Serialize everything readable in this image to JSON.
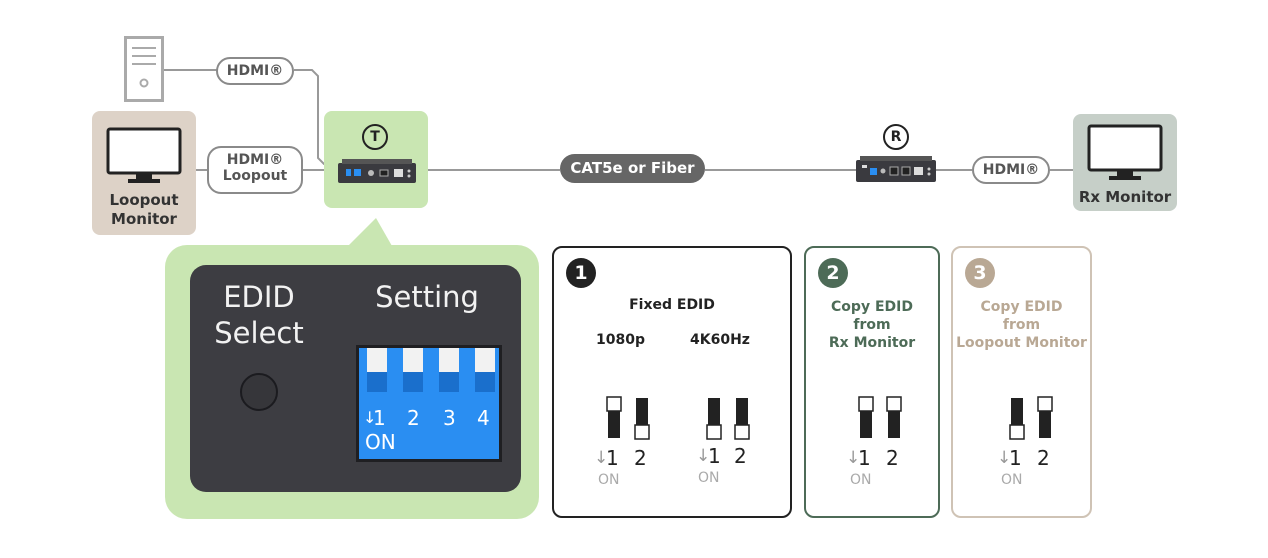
{
  "colors": {
    "green_panel": "#c9e6b2",
    "loopout_panel": "#ddd2c7",
    "rx_panel": "#c6cfc8",
    "dark_device": "#3a3a3f",
    "dip_blue": "#2a8ef2",
    "mode1": "#222222",
    "mode2": "#4d6b57",
    "mode3": "#b9a894"
  },
  "top": {
    "pc_icon": "computer-tower-icon",
    "hdmi_top": "HDMI®",
    "hdmi_loopout_l1": "HDMI®",
    "hdmi_loopout_l2": "Loopout",
    "loopout_monitor_l1": "Loopout",
    "loopout_monitor_l2": "Monitor",
    "transmitter_badge": "T",
    "receiver_badge": "R",
    "cable_label": "CAT5e or Fiber",
    "hdmi_rx": "HDMI®",
    "rx_monitor": "Rx Monitor"
  },
  "edid_panel": {
    "edid_l1": "EDID",
    "edid_l2": "Select",
    "setting": "Setting",
    "dip_numbers": [
      "1",
      "2",
      "3",
      "4"
    ],
    "dip_on": "ON"
  },
  "modes": [
    {
      "number": "1",
      "title": "Fixed EDID",
      "options": [
        {
          "label": "1080p",
          "switch1": "off",
          "switch2": "on"
        },
        {
          "label": "4K60Hz",
          "switch1": "on",
          "switch2": "on"
        }
      ]
    },
    {
      "number": "2",
      "title_l1": "Copy EDID",
      "title_l2": "from",
      "title_l3": "Rx Monitor",
      "switch1": "off",
      "switch2": "off"
    },
    {
      "number": "3",
      "title_l1": "Copy EDID",
      "title_l2": "from",
      "title_l3": "Loopout Monitor",
      "switch1": "on",
      "switch2": "off"
    }
  ],
  "switch_labels": {
    "one": "1",
    "two": "2",
    "on": "ON"
  }
}
